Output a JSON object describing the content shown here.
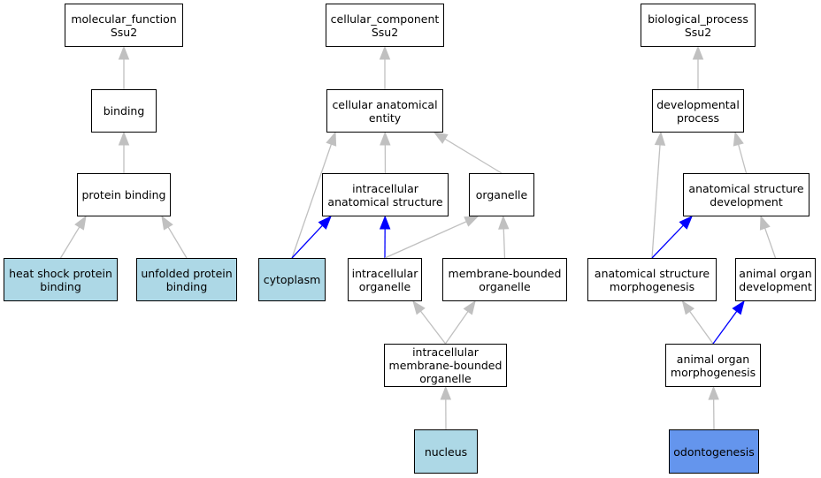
{
  "colors": {
    "node_fill": "#ffffff",
    "highlight_fill": "#add8e6",
    "query_fill": "#6495ed",
    "edge_default": "#c0c0c0",
    "edge_emphasis": "#0000ff"
  },
  "graph": {
    "nodes": {
      "mf_root": {
        "label": "molecular_function\nSsu2",
        "fill": "plain"
      },
      "binding": {
        "label": "binding",
        "fill": "plain"
      },
      "protein_binding": {
        "label": "protein binding",
        "fill": "plain"
      },
      "heat_shock": {
        "label": "heat shock protein\nbinding",
        "fill": "highlight"
      },
      "unfolded": {
        "label": "unfolded protein\nbinding",
        "fill": "highlight"
      },
      "cc_root": {
        "label": "cellular_component\nSsu2",
        "fill": "plain"
      },
      "cae": {
        "label": "cellular anatomical\nentity",
        "fill": "plain"
      },
      "ias": {
        "label": "intracellular\nanatomical structure",
        "fill": "plain"
      },
      "organelle": {
        "label": "organelle",
        "fill": "plain"
      },
      "cytoplasm": {
        "label": "cytoplasm",
        "fill": "highlight"
      },
      "intra_org": {
        "label": "intracellular\norganelle",
        "fill": "plain"
      },
      "mbo": {
        "label": "membrane-bounded\norganelle",
        "fill": "plain"
      },
      "imbo": {
        "label": "intracellular\nmembrane-bounded\norganelle",
        "fill": "plain"
      },
      "nucleus": {
        "label": "nucleus",
        "fill": "highlight"
      },
      "bp_root": {
        "label": "biological_process\nSsu2",
        "fill": "plain"
      },
      "dev_proc": {
        "label": "developmental\nprocess",
        "fill": "plain"
      },
      "asd": {
        "label": "anatomical structure\ndevelopment",
        "fill": "plain"
      },
      "asm": {
        "label": "anatomical structure\nmorphogenesis",
        "fill": "plain"
      },
      "aod": {
        "label": "animal organ\ndevelopment",
        "fill": "plain"
      },
      "aom": {
        "label": "animal organ\nmorphogenesis",
        "fill": "plain"
      },
      "odonto": {
        "label": "odontogenesis",
        "fill": "query"
      }
    },
    "edges": [
      {
        "from": "binding",
        "to": "mf_root",
        "kind": "default"
      },
      {
        "from": "protein_binding",
        "to": "binding",
        "kind": "default"
      },
      {
        "from": "heat_shock",
        "to": "protein_binding",
        "kind": "default"
      },
      {
        "from": "unfolded",
        "to": "protein_binding",
        "kind": "default"
      },
      {
        "from": "cae",
        "to": "cc_root",
        "kind": "default"
      },
      {
        "from": "ias",
        "to": "cae",
        "kind": "default"
      },
      {
        "from": "organelle",
        "to": "cae",
        "kind": "default"
      },
      {
        "from": "cytoplasm",
        "to": "cae",
        "kind": "default"
      },
      {
        "from": "cytoplasm",
        "to": "ias",
        "kind": "emphasis"
      },
      {
        "from": "intra_org",
        "to": "ias",
        "kind": "emphasis"
      },
      {
        "from": "intra_org",
        "to": "organelle",
        "kind": "default"
      },
      {
        "from": "mbo",
        "to": "organelle",
        "kind": "default"
      },
      {
        "from": "imbo",
        "to": "intra_org",
        "kind": "default"
      },
      {
        "from": "imbo",
        "to": "mbo",
        "kind": "default"
      },
      {
        "from": "nucleus",
        "to": "imbo",
        "kind": "default"
      },
      {
        "from": "dev_proc",
        "to": "bp_root",
        "kind": "default"
      },
      {
        "from": "asd",
        "to": "dev_proc",
        "kind": "default"
      },
      {
        "from": "asm",
        "to": "dev_proc",
        "kind": "default"
      },
      {
        "from": "asm",
        "to": "asd",
        "kind": "emphasis"
      },
      {
        "from": "aod",
        "to": "asd",
        "kind": "default"
      },
      {
        "from": "aom",
        "to": "asm",
        "kind": "default"
      },
      {
        "from": "aom",
        "to": "aod",
        "kind": "emphasis"
      },
      {
        "from": "odonto",
        "to": "aom",
        "kind": "default"
      }
    ]
  }
}
